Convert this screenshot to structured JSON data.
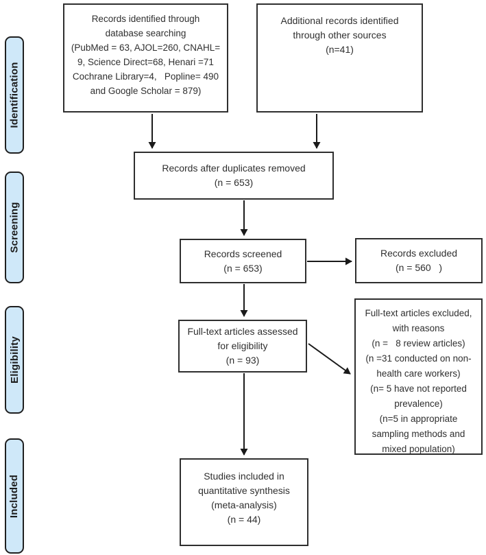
{
  "title": "PRISMA flow diagram of study selection",
  "colors": {
    "stage_fill": "#cfe8f9",
    "stage_border": "#1f1f1f",
    "box_border": "#2e2e2e",
    "text": "#2f2f2f",
    "arrow": "#1a1a1a"
  },
  "stages": [
    {
      "label": "Identification"
    },
    {
      "label": "Screening"
    },
    {
      "label": "Eligibility"
    },
    {
      "label": "Included"
    }
  ],
  "boxes": {
    "identified": {
      "text": "Records identified through\ndatabase searching\n(PubMed = 63, AJOL=260, CNAHL=\n9, Science Direct=68, Henari =71\nCochrane Library=4,   Popline= 490\nand Google Scholar = 879)"
    },
    "additional": {
      "text": "Additional records identified\nthrough other sources\n(n=41)"
    },
    "deduplicated": {
      "text": "Records after duplicates removed\n(n = 653)"
    },
    "screened": {
      "text": "Records screened\n(n = 653)"
    },
    "excluded": {
      "text": "Records excluded\n(n = 560   )"
    },
    "fulltext": {
      "text": "Full-text articles assessed\nfor eligibility\n(n = 93)"
    },
    "fulltext_excluded": {
      "text": "Full-text articles excluded,\nwith reasons\n(n =   8 review articles)\n(n =31 conducted on non-\nhealth care workers)\n(n= 5 have not reported\nprevalence)\n(n=5 in appropriate\nsampling methods and\nmixed population)"
    },
    "included_studies": {
      "text": "Studies included in\nquantitative synthesis\n(meta-analysis)\n(n = 44)"
    }
  }
}
